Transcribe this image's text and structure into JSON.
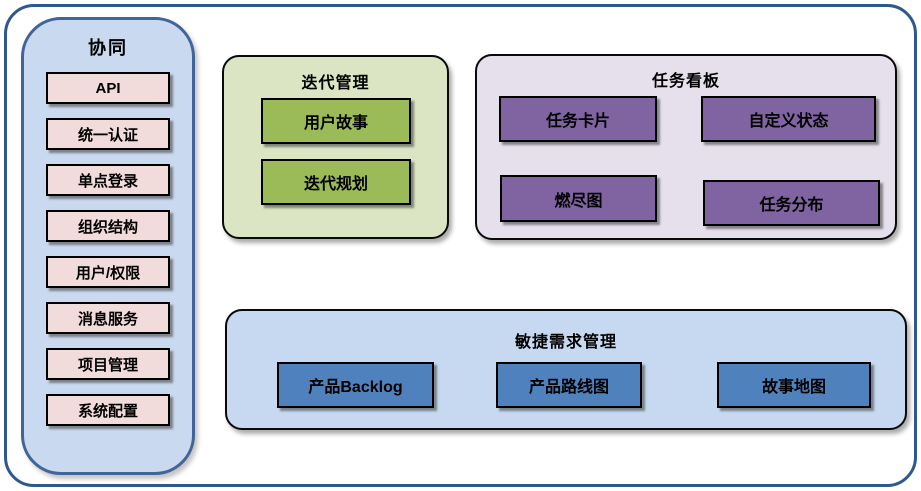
{
  "colors": {
    "frame-border": "#2e598c",
    "sidebar-fill": "#c9d9ef",
    "sidebar-border": "#41659a",
    "pink-item": "#f2dcdb",
    "green-group": "#dbe5c3",
    "green-item": "#9bbb59",
    "purple-group": "#e6e0ec",
    "purple-item": "#8064a2",
    "blue-group": "#c6d9f1",
    "blue-item": "#4f81bd"
  },
  "sidebar": {
    "title": "协同",
    "items": [
      "API",
      "统一认证",
      "单点登录",
      "组织结构",
      "用户/权限",
      "消息服务",
      "项目管理",
      "系统配置"
    ]
  },
  "iteration_group": {
    "title": "迭代管理",
    "items": [
      "用户故事",
      "迭代规划"
    ]
  },
  "kanban_group": {
    "title": "任务看板",
    "items": [
      "任务卡片",
      "自定义状态",
      "燃尽图",
      "任务分布"
    ]
  },
  "agile_group": {
    "title": "敏捷需求管理",
    "items": [
      "产品Backlog",
      "产品路线图",
      "故事地图"
    ]
  }
}
